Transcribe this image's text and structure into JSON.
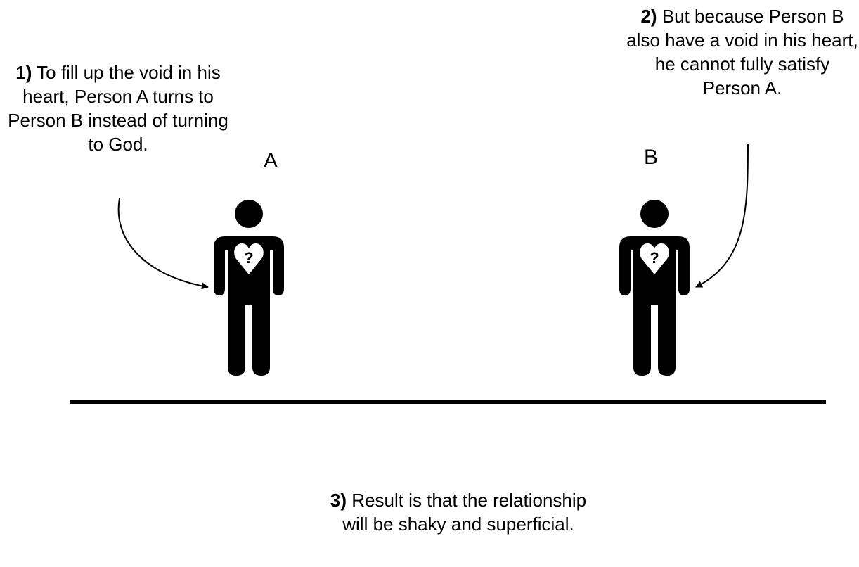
{
  "annotations": [
    {
      "number": "1)",
      "text": "To fill up the void in his heart, Person A turns to Person B instead of turning to God."
    },
    {
      "number": "2)",
      "text": "But because Person B also have a void in his heart, he cannot fully satisfy Person A."
    },
    {
      "number": "3)",
      "text": "Result is that the relationship will be shaky and superficial."
    }
  ],
  "persons": [
    {
      "label": "A",
      "heart_symbol": "?"
    },
    {
      "label": "B",
      "heart_symbol": "?"
    }
  ],
  "colors": {
    "figure": "#000000",
    "heart": "#ffffff",
    "background": "#ffffff"
  }
}
